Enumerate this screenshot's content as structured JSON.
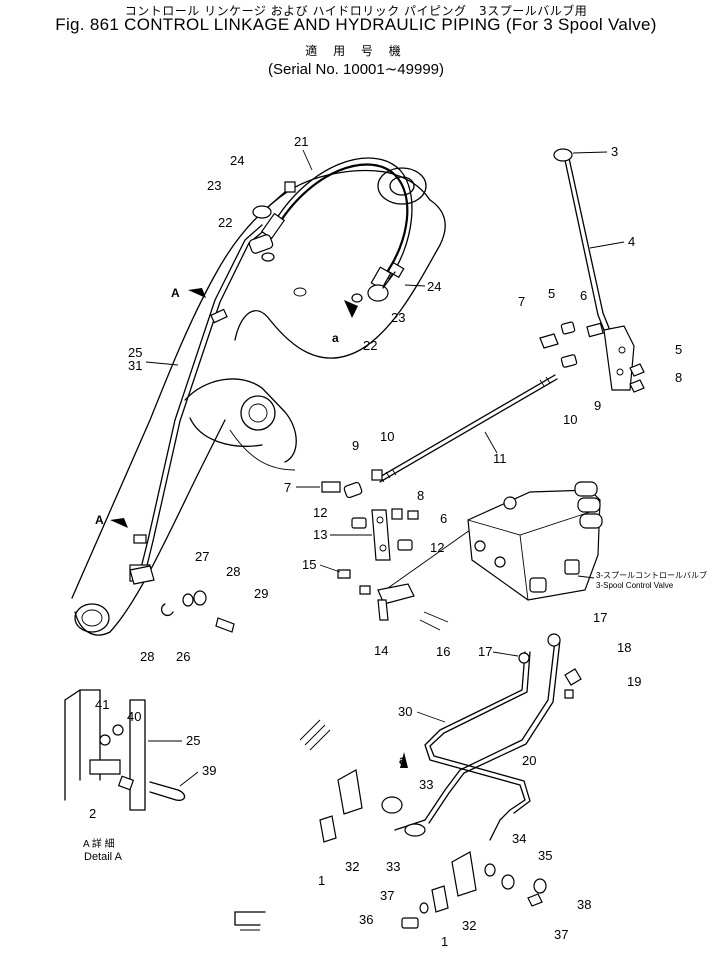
{
  "header": {
    "title_jp": "コントロール リンケージ および ハイドロリック パイピング　3スプールバルブ用",
    "title_en": "Fig. 861 CONTROL LINKAGE AND HYDRAULIC PIPING (For 3 Spool Valve)",
    "applicable_jp": "適 用 号 機",
    "serial": "(Serial No. 10001∼49999)"
  },
  "labels": {
    "valve_jp": "3-スプールコントロールバルブ",
    "valve_en": "3-Spool Control Valve",
    "detail_jp": "A 詳 細",
    "detail_en": "Detail A",
    "arrow_A": "A",
    "arrow_a": "a"
  },
  "callouts": {
    "p1a": "1",
    "p1b": "1",
    "p2": "2",
    "p3": "3",
    "p4": "4",
    "p5a": "5",
    "p5b": "5",
    "p6a": "6",
    "p6b": "6",
    "p7a": "7",
    "p7b": "7",
    "p8a": "8",
    "p8b": "8",
    "p9a": "9",
    "p9b": "9",
    "p10a": "10",
    "p10b": "10",
    "p11": "11",
    "p12a": "12",
    "p12b": "12",
    "p13": "13",
    "p14": "14",
    "p15": "15",
    "p16": "16",
    "p17a": "17",
    "p17b": "17",
    "p18": "18",
    "p19": "19",
    "p20": "20",
    "p21": "21",
    "p22a": "22",
    "p22b": "22",
    "p23a": "23",
    "p23b": "23",
    "p24a": "24",
    "p24b": "24",
    "p25a": "25",
    "p25b": "25",
    "p26": "26",
    "p27": "27",
    "p28a": "28",
    "p28b": "28",
    "p29": "29",
    "p30": "30",
    "p31": "31",
    "p32a": "32",
    "p32b": "32",
    "p33a": "33",
    "p33b": "33",
    "p34": "34",
    "p35": "35",
    "p36": "36",
    "p37a": "37",
    "p37b": "37",
    "p38": "38",
    "p39": "39",
    "p40": "40",
    "p41": "41"
  }
}
